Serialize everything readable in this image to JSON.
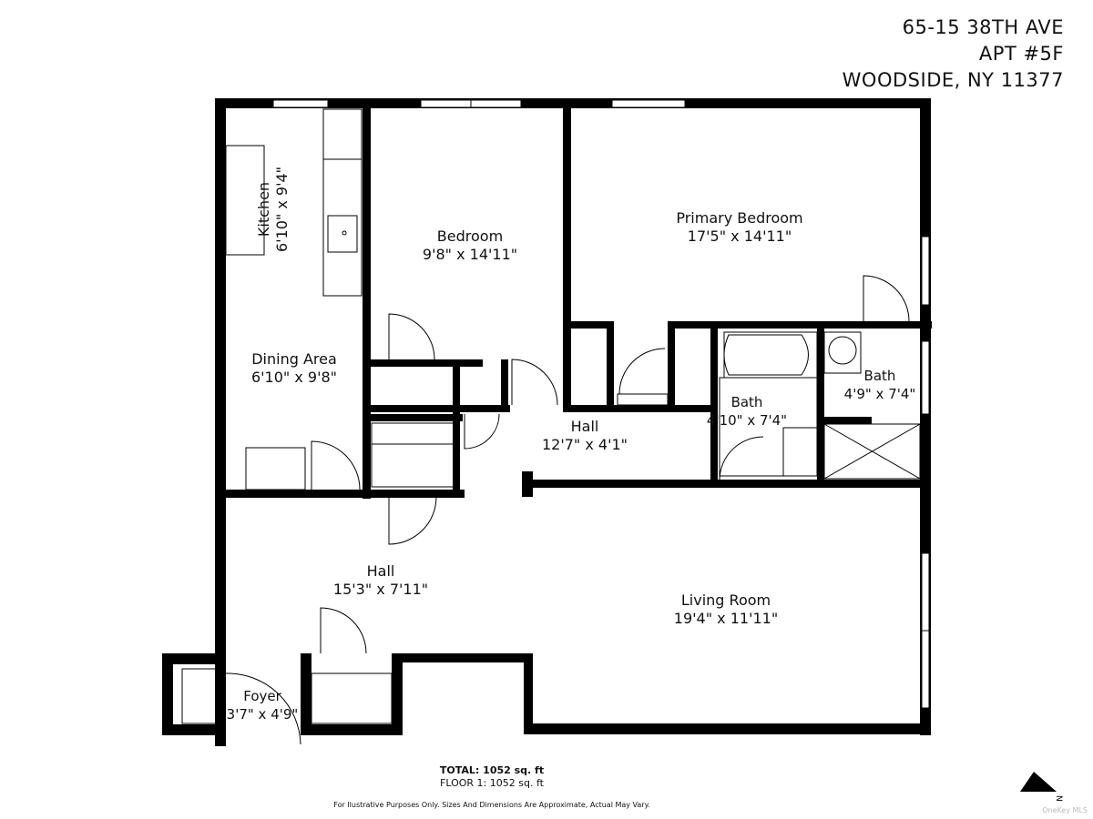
{
  "address": {
    "line1": "65-15 38TH AVE",
    "line2": "APT #5F",
    "line3": "WOODSIDE, NY 11377"
  },
  "rooms": [
    {
      "name": "Kitchen",
      "size": "6'10\" x 9'4\""
    },
    {
      "name": "Bedroom",
      "size": "9'8\" x 14'11\""
    },
    {
      "name": "Primary Bedroom",
      "size": "17'5\" x 14'11\""
    },
    {
      "name": "Dining Area",
      "size": "6'10\" x 9'8\""
    },
    {
      "name": "Hall",
      "size": "12'7\" x 4'1\""
    },
    {
      "name": "Bath",
      "size": "4'10\" x 7'4\""
    },
    {
      "name": "Bath",
      "size": "4'9\" x 7'4\""
    },
    {
      "name": "Hall",
      "size": "15'3\" x 7'11\""
    },
    {
      "name": "Living Room",
      "size": "19'4\" x 11'11\""
    },
    {
      "name": "Foyer",
      "size": "3'7\" x 4'9\""
    }
  ],
  "totals": {
    "total": "TOTAL: 1052 sq. ft",
    "floor": "FLOOR 1: 1052 sq. ft"
  },
  "disclaimer": "For Ilustrative Purposes Only. Sizes And Dimensions Are Approximate, Actual May Vary.",
  "compass": {
    "label": "N",
    "icon": "north-arrow-icon"
  },
  "watermark": "OneKey MLS",
  "colors": {
    "wall": "#000000",
    "background": "#ffffff"
  }
}
